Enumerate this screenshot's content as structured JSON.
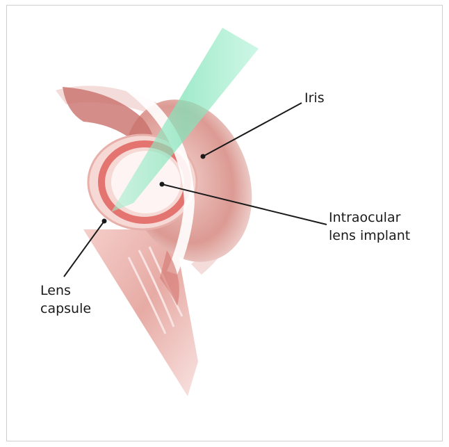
{
  "labels": {
    "iris": "Iris",
    "intraocular_line1": "Intraocular",
    "intraocular_line2": "lens implant",
    "capsule_line1": "Lens",
    "capsule_line2": "capsule"
  },
  "colors": {
    "tissue_pink": "#e9a9a4",
    "tissue_dark": "#c96a66",
    "laser_green": "#8fe8c2",
    "leader_line": "#1a1a1a",
    "lens_white": "#fdf4f3"
  }
}
